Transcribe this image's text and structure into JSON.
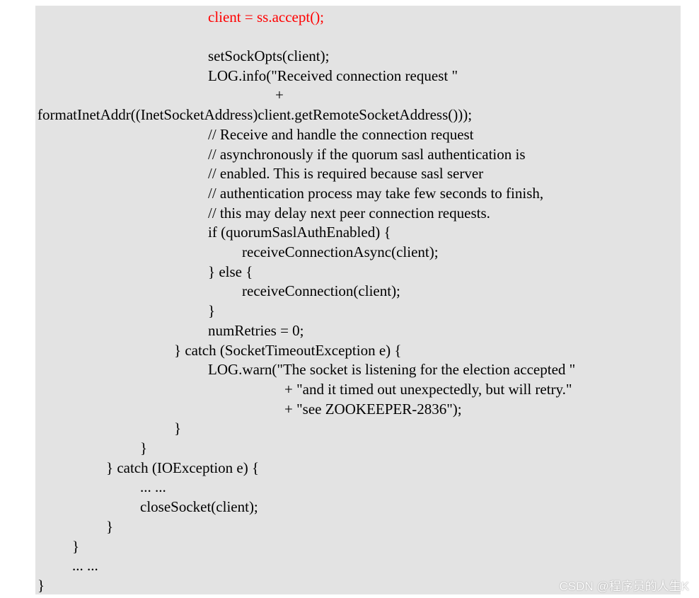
{
  "code": {
    "lines": [
      {
        "text": "client = ss.accept();",
        "highlight": true
      },
      {
        "text": "setSockOpts(client);",
        "highlight": false
      },
      {
        "text": "LOG.info(\"Received connection request \"",
        "highlight": false
      },
      {
        "text": "+",
        "highlight": false
      },
      {
        "text": "formatInetAddr((InetSocketAddress)client.getRemoteSocketAddress()));",
        "highlight": false
      },
      {
        "text": "// Receive and handle the connection request",
        "highlight": false
      },
      {
        "text": "// asynchronously if the quorum sasl authentication is",
        "highlight": false
      },
      {
        "text": "// enabled. This is required because sasl server",
        "highlight": false
      },
      {
        "text": "// authentication process may take few seconds to finish,",
        "highlight": false
      },
      {
        "text": "// this may delay next peer connection requests.",
        "highlight": false
      },
      {
        "text": "if (quorumSaslAuthEnabled) {",
        "highlight": false
      },
      {
        "text": "receiveConnectionAsync(client);",
        "highlight": false
      },
      {
        "text": "} else {",
        "highlight": false
      },
      {
        "text": "receiveConnection(client);",
        "highlight": false
      },
      {
        "text": "}",
        "highlight": false
      },
      {
        "text": "numRetries = 0;",
        "highlight": false
      },
      {
        "text": "} catch (SocketTimeoutException e) {",
        "highlight": false
      },
      {
        "text": "LOG.warn(\"The socket is listening for the election accepted \"",
        "highlight": false
      },
      {
        "text": "+ \"and it timed out unexpectedly, but will retry.\"",
        "highlight": false
      },
      {
        "text": "+ \"see ZOOKEEPER-2836\");",
        "highlight": false
      },
      {
        "text": "}",
        "highlight": false
      },
      {
        "text": "}",
        "highlight": false
      },
      {
        "text": "} catch (IOException e) {",
        "highlight": false
      },
      {
        "text": "... ...",
        "highlight": false
      },
      {
        "text": "closeSocket(client);",
        "highlight": false
      },
      {
        "text": "}",
        "highlight": false
      },
      {
        "text": "}",
        "highlight": false
      },
      {
        "text": "... ...",
        "highlight": false
      },
      {
        "text": "}",
        "highlight": false
      }
    ]
  },
  "watermark": {
    "text": "CSDN @程序员的人生K"
  },
  "colors": {
    "panel_background": "#e3e3e3",
    "highlight": "#ff0000",
    "text": "#000000"
  }
}
